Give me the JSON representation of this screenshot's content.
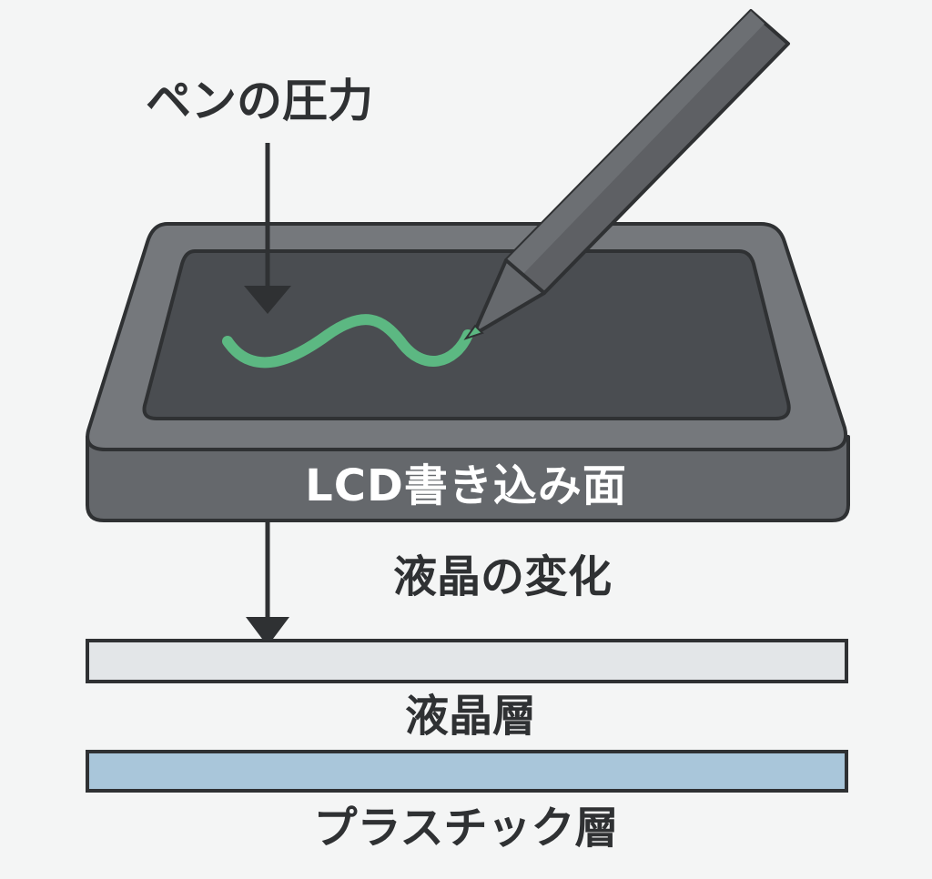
{
  "labels": {
    "pen_pressure": "ペンの圧力",
    "writing_surface": "LCD書き込み面",
    "liquid_crystal_change": "液晶の変化",
    "liquid_crystal_layer": "液晶層",
    "plastic_layer": "プラスチック層"
  },
  "colors": {
    "background": "#f4f5f5",
    "tablet_frame": "#6f7276",
    "tablet_screen": "#4a4d51",
    "stroke_outline": "#2f3133",
    "ink_trace": "#5cb882",
    "pen_body": "#5e6064",
    "liquid_crystal_layer": "#e3e6e8",
    "plastic_layer": "#a9c6da"
  }
}
